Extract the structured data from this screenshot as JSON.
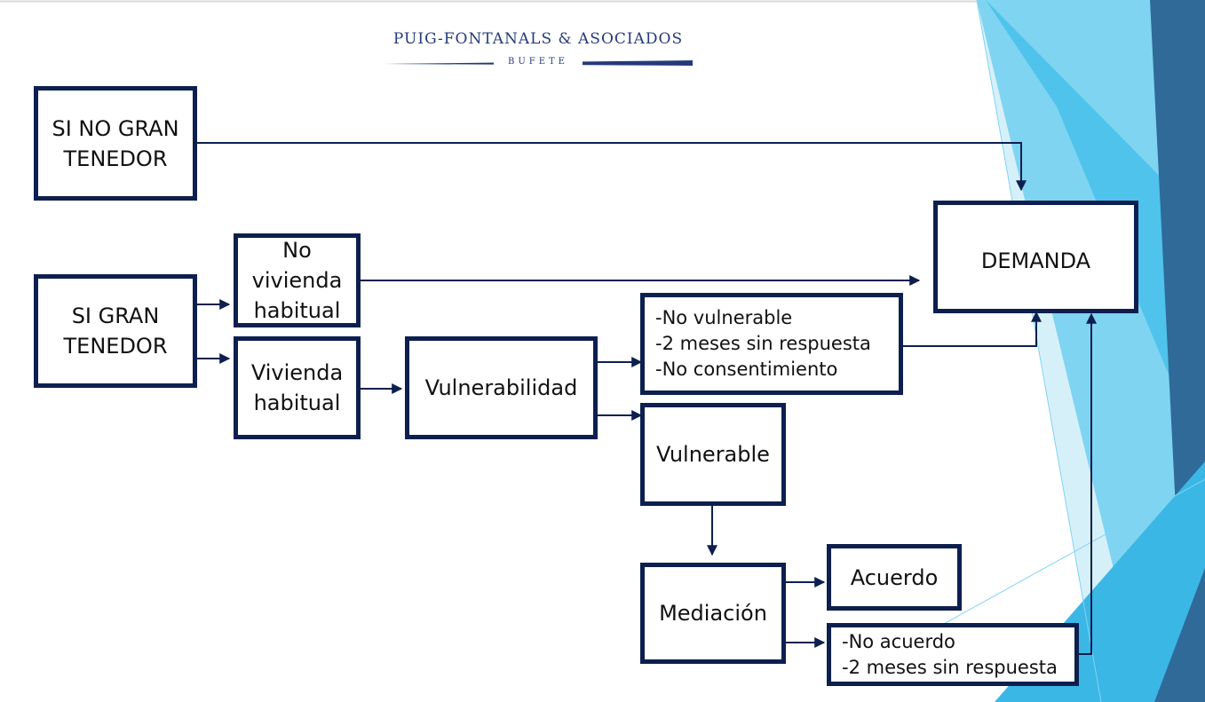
{
  "logo": {
    "name": "PUIG-FONTANALS & ASOCIADOS",
    "sub": "BUFETE"
  },
  "boxes": {
    "si_no_gran_tenedor": "SI NO GRAN\nTENEDOR",
    "si_gran_tenedor": "SI GRAN\nTENEDOR",
    "no_vivienda_habitual": "No\nvivienda\nhabitual",
    "vivienda_habitual": "Vivienda\nhabitual",
    "vulnerabilidad": "Vulnerabilidad",
    "no_vulnerable_conditions": "-No vulnerable\n-2 meses sin respuesta\n-No consentimiento",
    "vulnerable": "Vulnerable",
    "mediacion": "Mediación",
    "acuerdo": "Acuerdo",
    "no_acuerdo_conditions": "-No acuerdo\n-2 meses sin respuesta",
    "demanda": "DEMANDA"
  },
  "colors": {
    "border": "#0d1f4f",
    "arrow": "#0d1f4f",
    "logo": "#233a7a",
    "decor_light": "#bfe6f7",
    "decor_mid": "#4fc3ec",
    "decor_dark": "#2f6a98"
  }
}
